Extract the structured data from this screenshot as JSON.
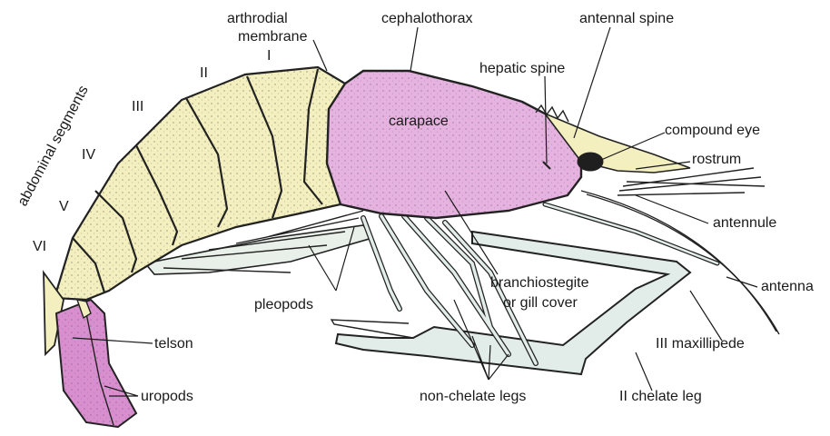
{
  "colors": {
    "carapace": "#e6b3e0",
    "abdomen": "#f3efbf",
    "uropods": "#d98fcf",
    "legs": "#e2ece8",
    "outline": "#222222"
  },
  "labels": {
    "abdominal_segments": "abdominal segments",
    "segment_I": "I",
    "segment_II": "II",
    "segment_III": "III",
    "segment_IV": "IV",
    "segment_V": "V",
    "segment_VI": "VI",
    "arthrodial_line1": "arthrodial",
    "arthrodial_line2": "membrane",
    "cephalothorax": "cephalothorax",
    "antennal_spine": "antennal spine",
    "hepatic_spine": "hepatic spine",
    "carapace": "carapace",
    "compound_eye": "compound eye",
    "rostrum": "rostrum",
    "antennule": "antennule",
    "antenna": "antenna",
    "pleopods": "pleopods",
    "branchiostegite_line1": "branchiostegite",
    "branchiostegite_line2": "or gill cover",
    "telson": "telson",
    "uropods": "uropods",
    "maxillipede": "III maxillipede",
    "non_chelate_legs": "non-chelate legs",
    "chelate_leg": "II chelate leg"
  }
}
